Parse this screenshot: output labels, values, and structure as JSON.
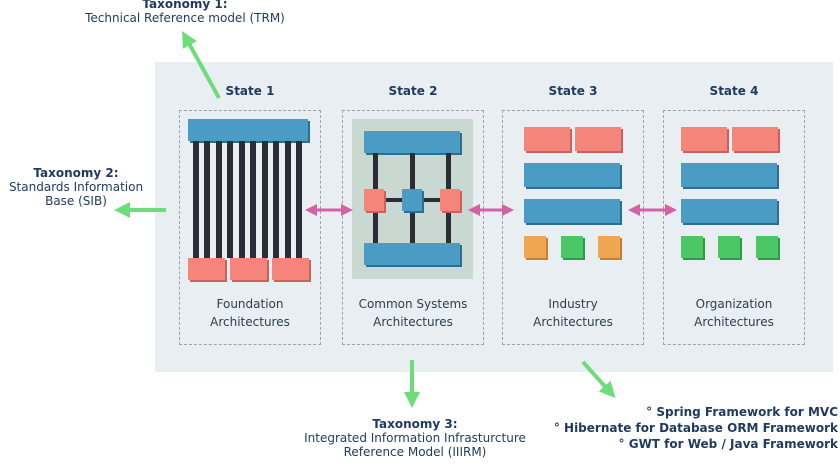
{
  "taxonomies": [
    {
      "title": "Taxonomy 1:",
      "lines": [
        "Technical Reference model (TRM)"
      ]
    },
    {
      "title": "Taxonomy 2:",
      "lines": [
        "Standards Information",
        "Base (SIB)"
      ]
    },
    {
      "title": "Taxonomy 3:",
      "lines": [
        "Integrated Information Infrasturcture",
        "Reference Model (IIIRM)"
      ]
    }
  ],
  "states": [
    {
      "title": "State 1",
      "caption": [
        "Foundation",
        "Architectures"
      ]
    },
    {
      "title": "State 2",
      "caption": [
        "Common Systems",
        "Architectures"
      ]
    },
    {
      "title": "State 3",
      "caption": [
        "Industry",
        "Architectures"
      ]
    },
    {
      "title": "State 4",
      "caption": [
        "Organization",
        "Architectures"
      ]
    }
  ],
  "frameworks": [
    "° Spring Framework for MVC",
    "° Hibernate for Database ORM Framework",
    "° GWT for Web / Java Framework"
  ],
  "colors": {
    "blue": "#4a9cc4",
    "red": "#f5857a",
    "green_arrow": "#6fdc7a",
    "pink_arrow": "#d461a6",
    "dark": "#2b2d36",
    "panel": "#e9eef2"
  }
}
